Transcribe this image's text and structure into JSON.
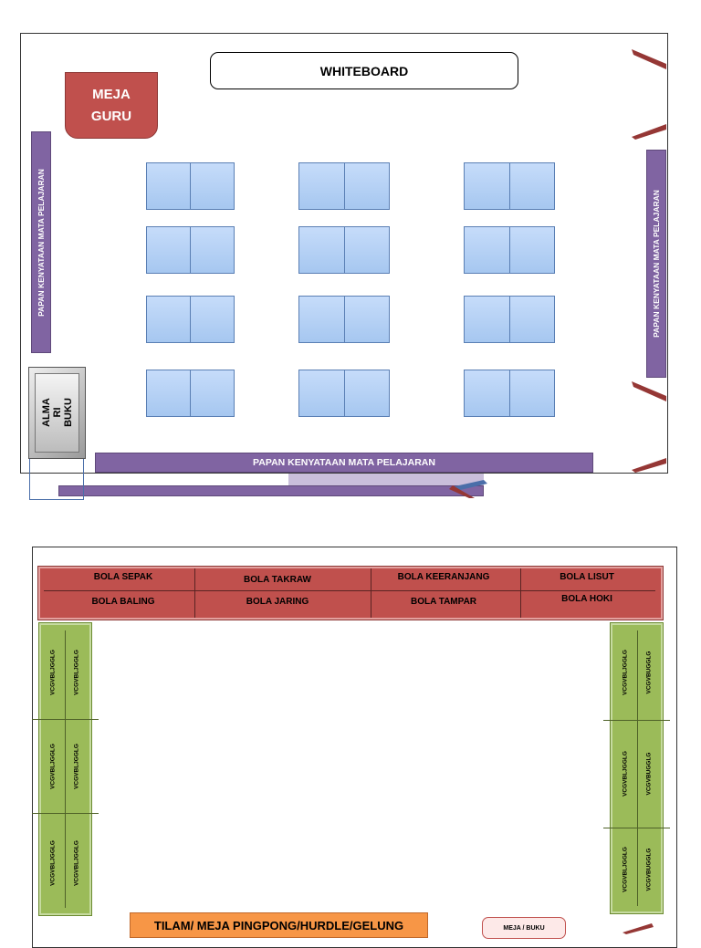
{
  "classroom": {
    "whiteboard": "WHITEBOARD",
    "teacher_desk_line1": "MEJA",
    "teacher_desk_line2": "GURU",
    "board_left": "PAPAN KENYATAAN MATA PELAJARAN",
    "board_right": "PAPAN KENYATAAN MATA PELAJARAN",
    "board_bottom": "PAPAN KENYATAAN MATA PELAJARAN",
    "cupboard_line1": "ALMA",
    "cupboard_line2": "RI",
    "cupboard_line3": "BUKU",
    "desk_count": 12
  },
  "sports_room": {
    "ball_rack": {
      "top_row": [
        "BOLA SEPAK",
        "BOLA TAKRAW",
        "BOLA KEERANJANG",
        "BOLA LISUT"
      ],
      "bottom_row": [
        "BOLA BALING",
        "BOLA JARING",
        "BOLA TAMPAR",
        "BOLA HOKI"
      ]
    },
    "left_shelf": [
      "VCGVBLJGGLG",
      "VCGVBLJGGLG",
      "VCGVBLJGGLG",
      "VCGVBLJGGLG",
      "VCGVBLJGGLG",
      "VCGVBLJGGLG"
    ],
    "right_shelf": [
      "VCGVBLJGGLG",
      "VCGVBUGGLG",
      "VCGVBLJGGLG",
      "VCGVBUGGLG",
      "VCGVBLJGGLG",
      "VCGVBUGGLG"
    ],
    "mat_area": "TILAM/ MEJA PINGPONG/HURDLE/GELUNG",
    "table": "MEJA / BUKU"
  },
  "colors": {
    "red": "#c0504d",
    "purple": "#8064a2",
    "desk_blue": "#a6c7f0",
    "green": "#9bbb59",
    "orange": "#f79646",
    "door_red": "#953735"
  }
}
